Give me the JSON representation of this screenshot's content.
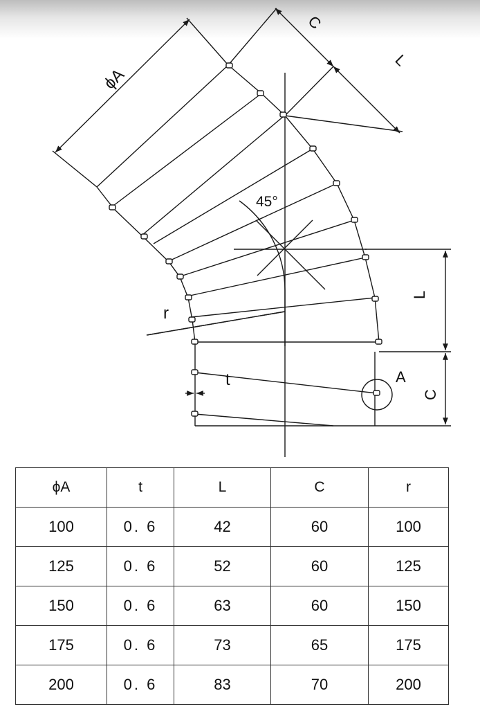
{
  "drawing": {
    "labels": {
      "diameter": "ϕA",
      "c_top": "C",
      "l_top": "L",
      "angle": "45°",
      "radius": "r",
      "thickness": "t",
      "detail": "A",
      "l_right": "L",
      "c_right": "C"
    },
    "bend_angle_deg": 45,
    "line_color": "#1a1a1a"
  },
  "table": {
    "headers": [
      "ϕA",
      "t",
      "L",
      "C",
      "r"
    ],
    "rows": [
      [
        "100",
        "0. 6",
        "42",
        "60",
        "100"
      ],
      [
        "125",
        "0. 6",
        "52",
        "60",
        "125"
      ],
      [
        "150",
        "0. 6",
        "63",
        "60",
        "150"
      ],
      [
        "175",
        "0. 6",
        "73",
        "65",
        "175"
      ],
      [
        "200",
        "0. 6",
        "83",
        "70",
        "200"
      ]
    ]
  }
}
